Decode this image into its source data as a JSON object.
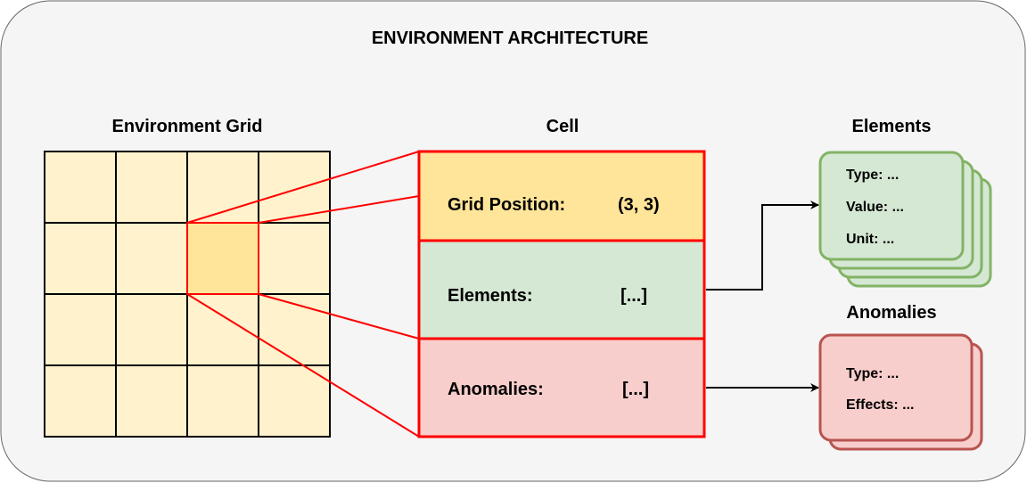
{
  "title": "ENVIRONMENT ARCHITECTURE",
  "grid": {
    "label": "Environment Grid",
    "rows": 4,
    "cols": 4,
    "highlight": {
      "row": 2,
      "col": 3
    },
    "cell_color": "#fff2cc",
    "highlight_color": "#ffe599"
  },
  "cell": {
    "label": "Cell",
    "rows": [
      {
        "key": "Grid Position:",
        "value": "(3, 3)",
        "color": "#ffe599"
      },
      {
        "key": "Elements:",
        "value": "[...]",
        "color": "#d5e8d4"
      },
      {
        "key": "Anomalies:",
        "value": "[...]",
        "color": "#f8cecc"
      }
    ]
  },
  "elements": {
    "label": "Elements",
    "fields": [
      "Type: ...",
      "Value: ...",
      "Unit: ..."
    ],
    "fill": "#d5e8d4",
    "stroke": "#82b366"
  },
  "anomalies": {
    "label": "Anomalies",
    "fields": [
      "Type: ...",
      "Effects: ..."
    ],
    "fill": "#f8cecc",
    "stroke": "#b85450"
  },
  "colors": {
    "highlight_line": "#ff0000",
    "frame_fill": "#f5f5f5",
    "frame_stroke": "#666666"
  }
}
